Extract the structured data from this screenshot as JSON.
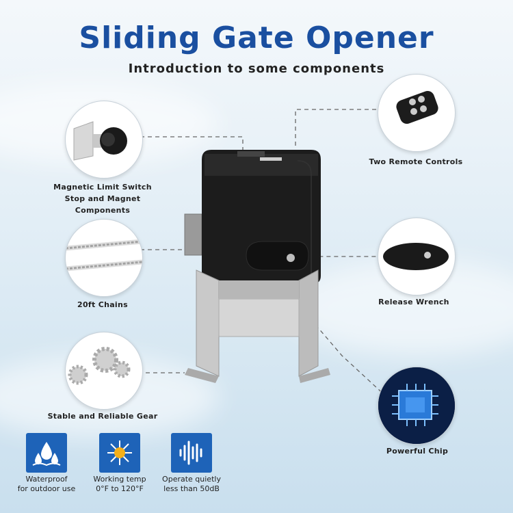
{
  "header": {
    "title": "Sliding Gate Opener",
    "subtitle": "Introduction to some components"
  },
  "components": [
    {
      "label_line1": "Magnetic Limit Switch",
      "label_line2": "Stop and Magnet Components"
    },
    {
      "label_line1": "20ft Chains",
      "label_line2": ""
    },
    {
      "label_line1": "Stable and Reliable Gear",
      "label_line2": ""
    },
    {
      "label_line1": "Two Remote Controls",
      "label_line2": ""
    },
    {
      "label_line1": "Release Wrench",
      "label_line2": ""
    },
    {
      "label_line1": "Powerful Chip",
      "label_line2": ""
    }
  ],
  "features": [
    {
      "line1": "Waterproof",
      "line2": "for outdoor use",
      "icon": "water-drops-icon"
    },
    {
      "line1": "Working temp",
      "line2": "0°F to 120°F",
      "icon": "snow-sun-icon"
    },
    {
      "line1": "Operate quietly",
      "line2": "less than 50dB",
      "icon": "sound-wave-icon"
    }
  ],
  "colors": {
    "title": "#1a4fa0",
    "feature_bg": "#1e63b8",
    "motor": "#1c1c1c"
  }
}
